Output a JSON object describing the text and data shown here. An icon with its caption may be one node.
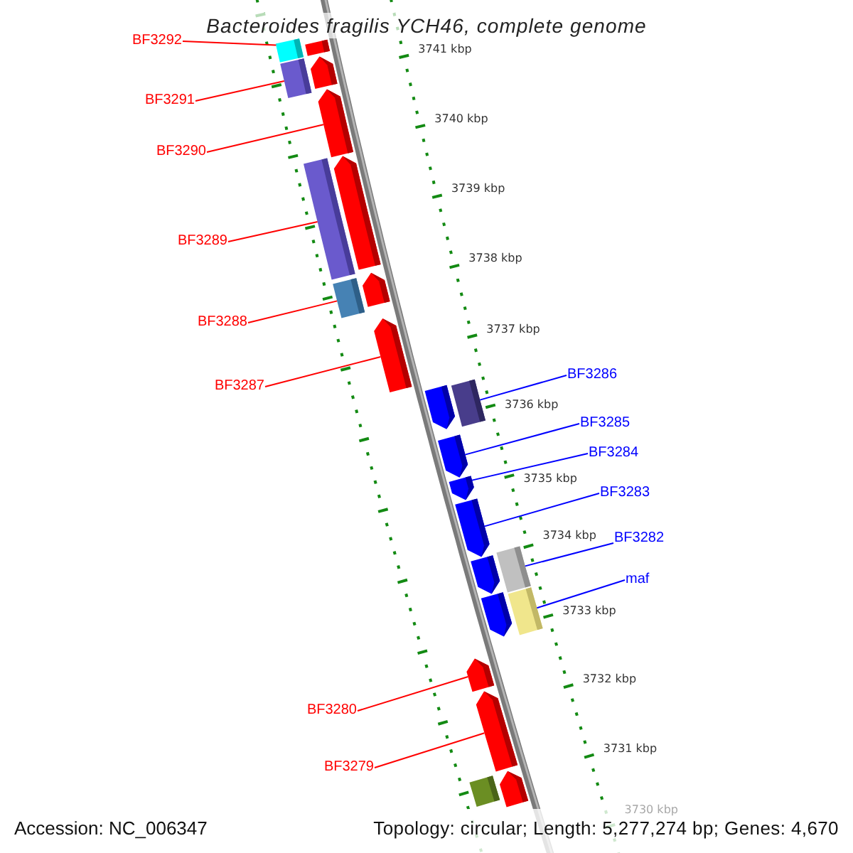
{
  "diagram": {
    "title": "Bacteroides fragilis YCH46, complete genome",
    "nodes": [
      {
        "text": [
          "BF3292"
        ]
      },
      {
        "text": [
          "BF3291"
        ]
      },
      {
        "text": [
          "BF3290"
        ]
      },
      {
        "text": [
          "BF3289"
        ]
      },
      {
        "text": [
          "BF3288"
        ]
      },
      {
        "text": [
          "BF3287"
        ]
      },
      {
        "text": [
          "BF3286"
        ]
      },
      {
        "text": [
          "BF3285"
        ]
      },
      {
        "text": [
          "BF3284"
        ]
      },
      {
        "text": [
          "BF3283"
        ]
      },
      {
        "text": [
          "BF3282"
        ]
      },
      {
        "text": [
          "maf"
        ]
      },
      {
        "text": [
          "BF3280"
        ]
      },
      {
        "text": [
          "BF3279"
        ]
      },
      {
        "text": [],
        "shape": "bar"
      },
      {
        "text": [],
        "shape": "bar"
      },
      {
        "text": [],
        "shape": "bar"
      },
      {
        "text": [],
        "shape": "pentagon"
      },
      {
        "text": [],
        "shape": "pentagon"
      },
      {
        "text": [],
        "shape": "bar"
      },
      {
        "text": [],
        "shape": "pentagon"
      },
      {
        "text": [],
        "shape": "pentagon"
      },
      {
        "text": [],
        "shape": "bar"
      },
      {
        "text": [],
        "shape": "pentagon"
      },
      {
        "text": [],
        "shape": "pentagon"
      },
      {
        "text": [],
        "shape": "bar"
      },
      {
        "text": [],
        "shape": "pentagon"
      },
      {
        "text": [],
        "shape": "pentagon"
      },
      {
        "text": [],
        "shape": "pentagon"
      },
      {
        "text": [],
        "shape": "bar"
      },
      {
        "text": [],
        "shape": "pentagon"
      },
      {
        "text": [],
        "shape": "bar"
      },
      {
        "text": [],
        "shape": "pentagon"
      },
      {
        "text": [],
        "shape": "pentagon"
      },
      {
        "text": [],
        "shape": "pentagon"
      },
      {
        "text": [],
        "shape": "bar"
      },
      {
        "text": [],
        "shape": "pentagon"
      }
    ],
    "edges": [
      {
        "from": 0,
        "to": 14,
        "arrow": "none"
      },
      {
        "from": 1,
        "to": 16,
        "arrow": "none"
      },
      {
        "from": 2,
        "to": 18,
        "arrow": "none"
      },
      {
        "from": 3,
        "to": 19,
        "arrow": "none"
      },
      {
        "from": 4,
        "to": 22,
        "arrow": "none"
      },
      {
        "from": 5,
        "to": 23,
        "arrow": "none"
      },
      {
        "from": 6,
        "to": 25,
        "arrow": "none",
        "color": "#0000ff"
      },
      {
        "from": 7,
        "to": 26,
        "arrow": "none",
        "color": "#0000ff"
      },
      {
        "from": 8,
        "to": 27,
        "arrow": "none",
        "color": "#0000ff"
      },
      {
        "from": 9,
        "to": 28,
        "arrow": "none",
        "color": "#0000ff"
      },
      {
        "from": 10,
        "to": 29,
        "arrow": "none",
        "color": "#0000ff"
      },
      {
        "from": 11,
        "to": 31,
        "arrow": "none",
        "color": "#0000ff"
      },
      {
        "from": 12,
        "to": 33,
        "arrow": "none"
      },
      {
        "from": 13,
        "to": 34,
        "arrow": "none"
      }
    ],
    "labels": [
      "3741 kbp",
      "3740 kbp",
      "3739 kbp",
      "3738 kbp",
      "3737 kbp",
      "3736 kbp",
      "3735 kbp",
      "3734 kbp",
      "3733 kbp",
      "3732 kbp",
      "3731 kbp",
      "3730 kbp",
      "Accession: NC_006347",
      "Topology: circular; Length: 5,277,274 bp; Genes: 4,670"
    ]
  }
}
